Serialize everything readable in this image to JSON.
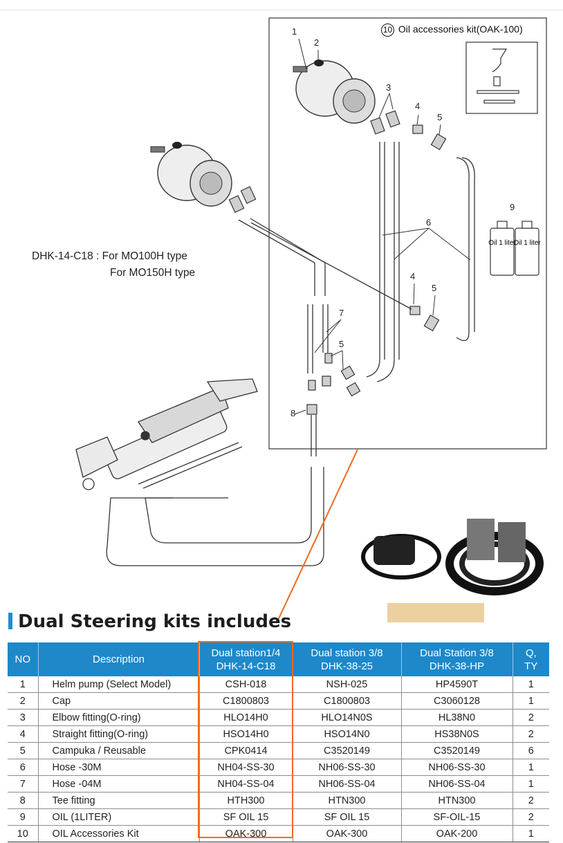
{
  "model_note": {
    "line1": "DHK-14-C18 : For MO100H type",
    "line2": "For MO150H type"
  },
  "kit_label": {
    "number": "10",
    "text": "Oil accessories kit(OAK-100)"
  },
  "oil_bottle_label": "Oil\n1 liter",
  "oil_bottles": [
    "Oil 1 liter",
    "Oil 1 liter"
  ],
  "callouts": [
    "1",
    "2",
    "3",
    "4",
    "5",
    "6",
    "7",
    "8",
    "9",
    "4",
    "5",
    "5"
  ],
  "section_title": "Dual Steering kits includes",
  "table": {
    "headers": [
      {
        "lines": [
          "NO"
        ]
      },
      {
        "lines": [
          "Description"
        ]
      },
      {
        "lines": [
          "Dual station1/4",
          "DHK-14-C18"
        ]
      },
      {
        "lines": [
          "Dual station 3/8",
          "DHK-38-25"
        ]
      },
      {
        "lines": [
          "Dual Station 3/8",
          "DHK-38-HP"
        ]
      },
      {
        "lines": [
          "Q,",
          "TY"
        ]
      }
    ],
    "rows": [
      [
        "1",
        "Helm pump (Select Model)",
        "CSH-018",
        "NSH-025",
        "HP4590T",
        "1"
      ],
      [
        "2",
        "Cap",
        "C1800803",
        "C1800803",
        "C3060128",
        "1"
      ],
      [
        "3",
        "Elbow fitting(O-ring)",
        "HLO14H0",
        "HLO14N0S",
        "HL38N0",
        "2"
      ],
      [
        "4",
        "Straight fitting(O-ring)",
        "HSO14H0",
        "HSO14N0",
        "HS38N0S",
        "2"
      ],
      [
        "5",
        "Campuka / Reusable",
        "CPK0414",
        "C3520149",
        "C3520149",
        "6"
      ],
      [
        "6",
        "Hose -30M",
        "NH04-SS-30",
        "NH06-SS-30",
        "NH06-SS-30",
        "1"
      ],
      [
        "7",
        "Hose -04M",
        "NH04-SS-04",
        "NH06-SS-04",
        "NH06-SS-04",
        "1"
      ],
      [
        "8",
        "Tee fitting",
        "HTH300",
        "HTN300",
        "HTN300",
        "2"
      ],
      [
        "9",
        "OIL (1LITER)",
        "SF OIL 15",
        "SF OIL 15",
        "SF-OIL-15",
        "2"
      ],
      [
        "10",
        "OIL Accessories Kit",
        "OAK-300",
        "OAK-300",
        "OAK-200",
        "1"
      ]
    ]
  },
  "colors": {
    "header_blue": "#1e88c9",
    "accent_bar": "#1b8fd2",
    "highlight_orange": "#ef6a1c"
  }
}
